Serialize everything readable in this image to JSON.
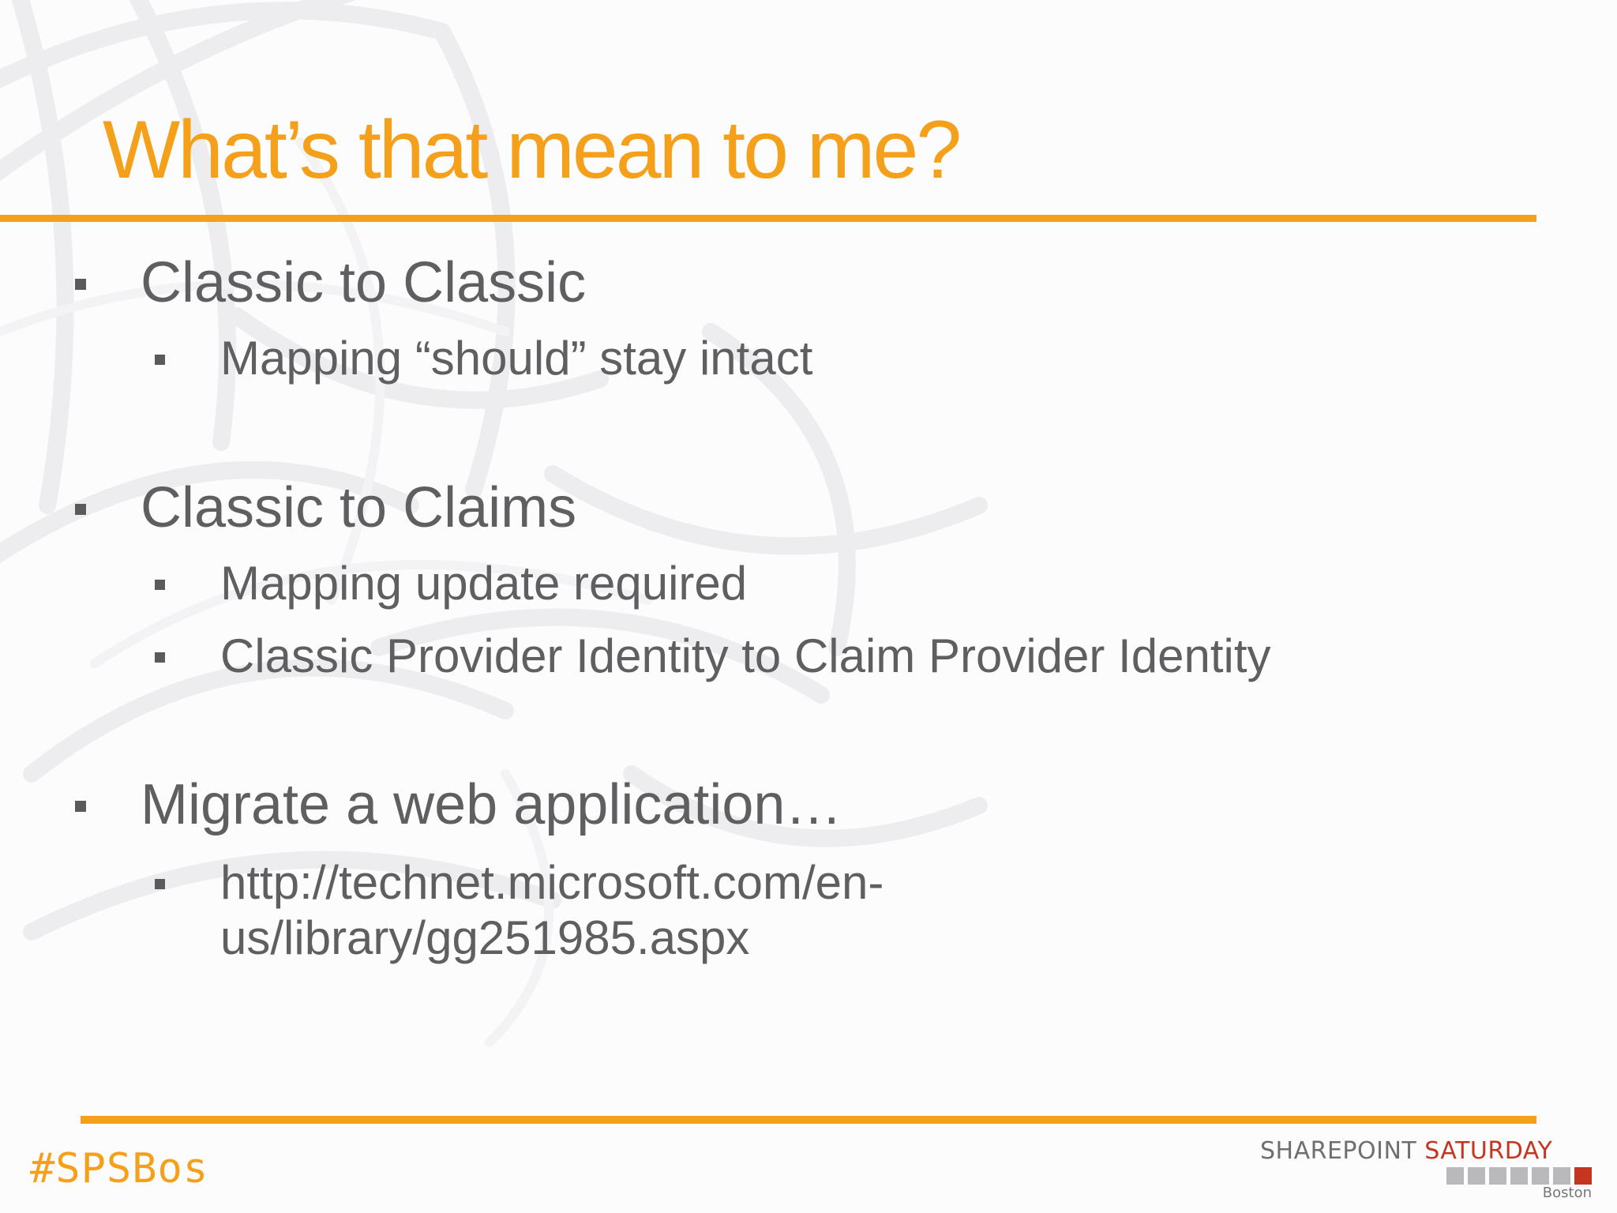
{
  "slide": {
    "title": "What’s that mean to me?",
    "bullets": [
      {
        "text": "Classic to Classic",
        "sub": [
          "Mapping “should” stay intact"
        ]
      },
      {
        "text": "Classic to Claims",
        "sub": [
          "Mapping update required",
          "Classic Provider Identity to Claim Provider Identity"
        ]
      },
      {
        "text": "Migrate a web application…",
        "sub": [
          "http://technet.microsoft.com/en-",
          "us/library/gg251985.aspx"
        ]
      }
    ]
  },
  "footer": {
    "hashtag": "#SPSBos",
    "logo": {
      "word1": "SHAREPOINT",
      "word2": "SATURDAY",
      "city": "Boston"
    }
  },
  "colors": {
    "accent": "#f5a01a",
    "body_text": "#5f5f62",
    "logo_red": "#c4361f"
  }
}
